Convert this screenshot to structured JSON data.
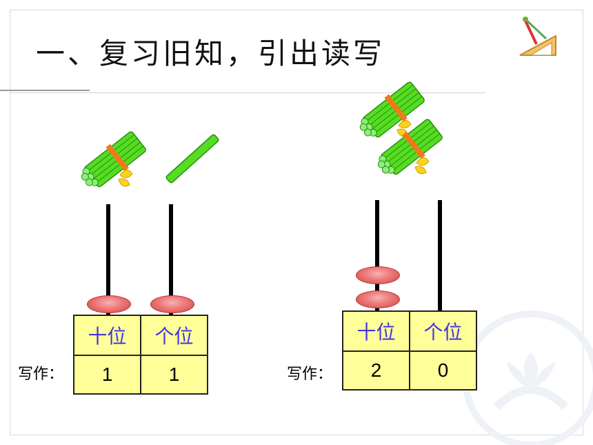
{
  "title": "一、复习旧知，引出读写",
  "left": {
    "tens_label": "十位",
    "ones_label": "个位",
    "tens_value": "1",
    "ones_value": "1",
    "write_label": "写作：",
    "tens_beads": 1,
    "ones_beads": 1
  },
  "right": {
    "tens_label": "十位",
    "ones_label": "个位",
    "tens_value": "2",
    "ones_value": "0",
    "write_label": "写作：",
    "tens_beads": 2,
    "ones_beads": 0
  },
  "colors": {
    "cell_bg": "#ffff99",
    "label_text": "#4433dd",
    "bead": "#e77777",
    "stick": "#44cc22"
  }
}
